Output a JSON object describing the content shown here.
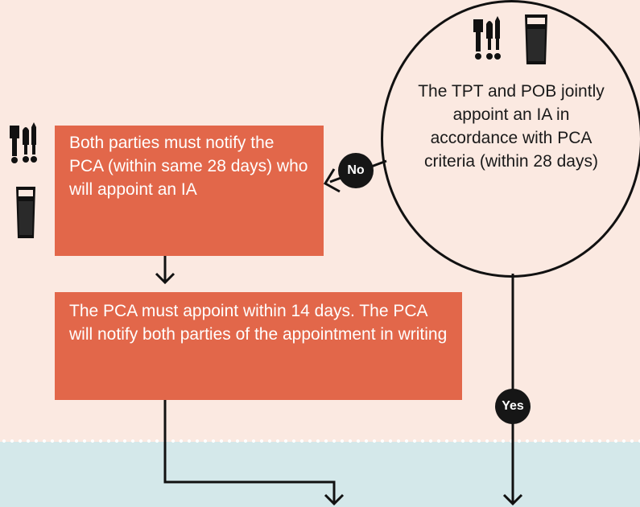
{
  "nodes": {
    "notify_pca": "Both parties must notify the PCA (within same 28 days) who will appoint an IA",
    "pca_appoint": "The PCA must appoint within 14 days. The PCA will notify both parties of the appointment in writing",
    "joint_appoint": "The TPT and POB jointly appoint an IA in accordance with PCA criteria (within 28 days)"
  },
  "labels": {
    "no": "No",
    "yes": "Yes"
  },
  "icons": [
    "beer-taps-icon",
    "pint-glass-icon"
  ],
  "colors": {
    "top_background": "#fbe9e1",
    "bottom_background": "#d4e8ea",
    "box_fill": "#e2674a",
    "line": "#111111"
  }
}
